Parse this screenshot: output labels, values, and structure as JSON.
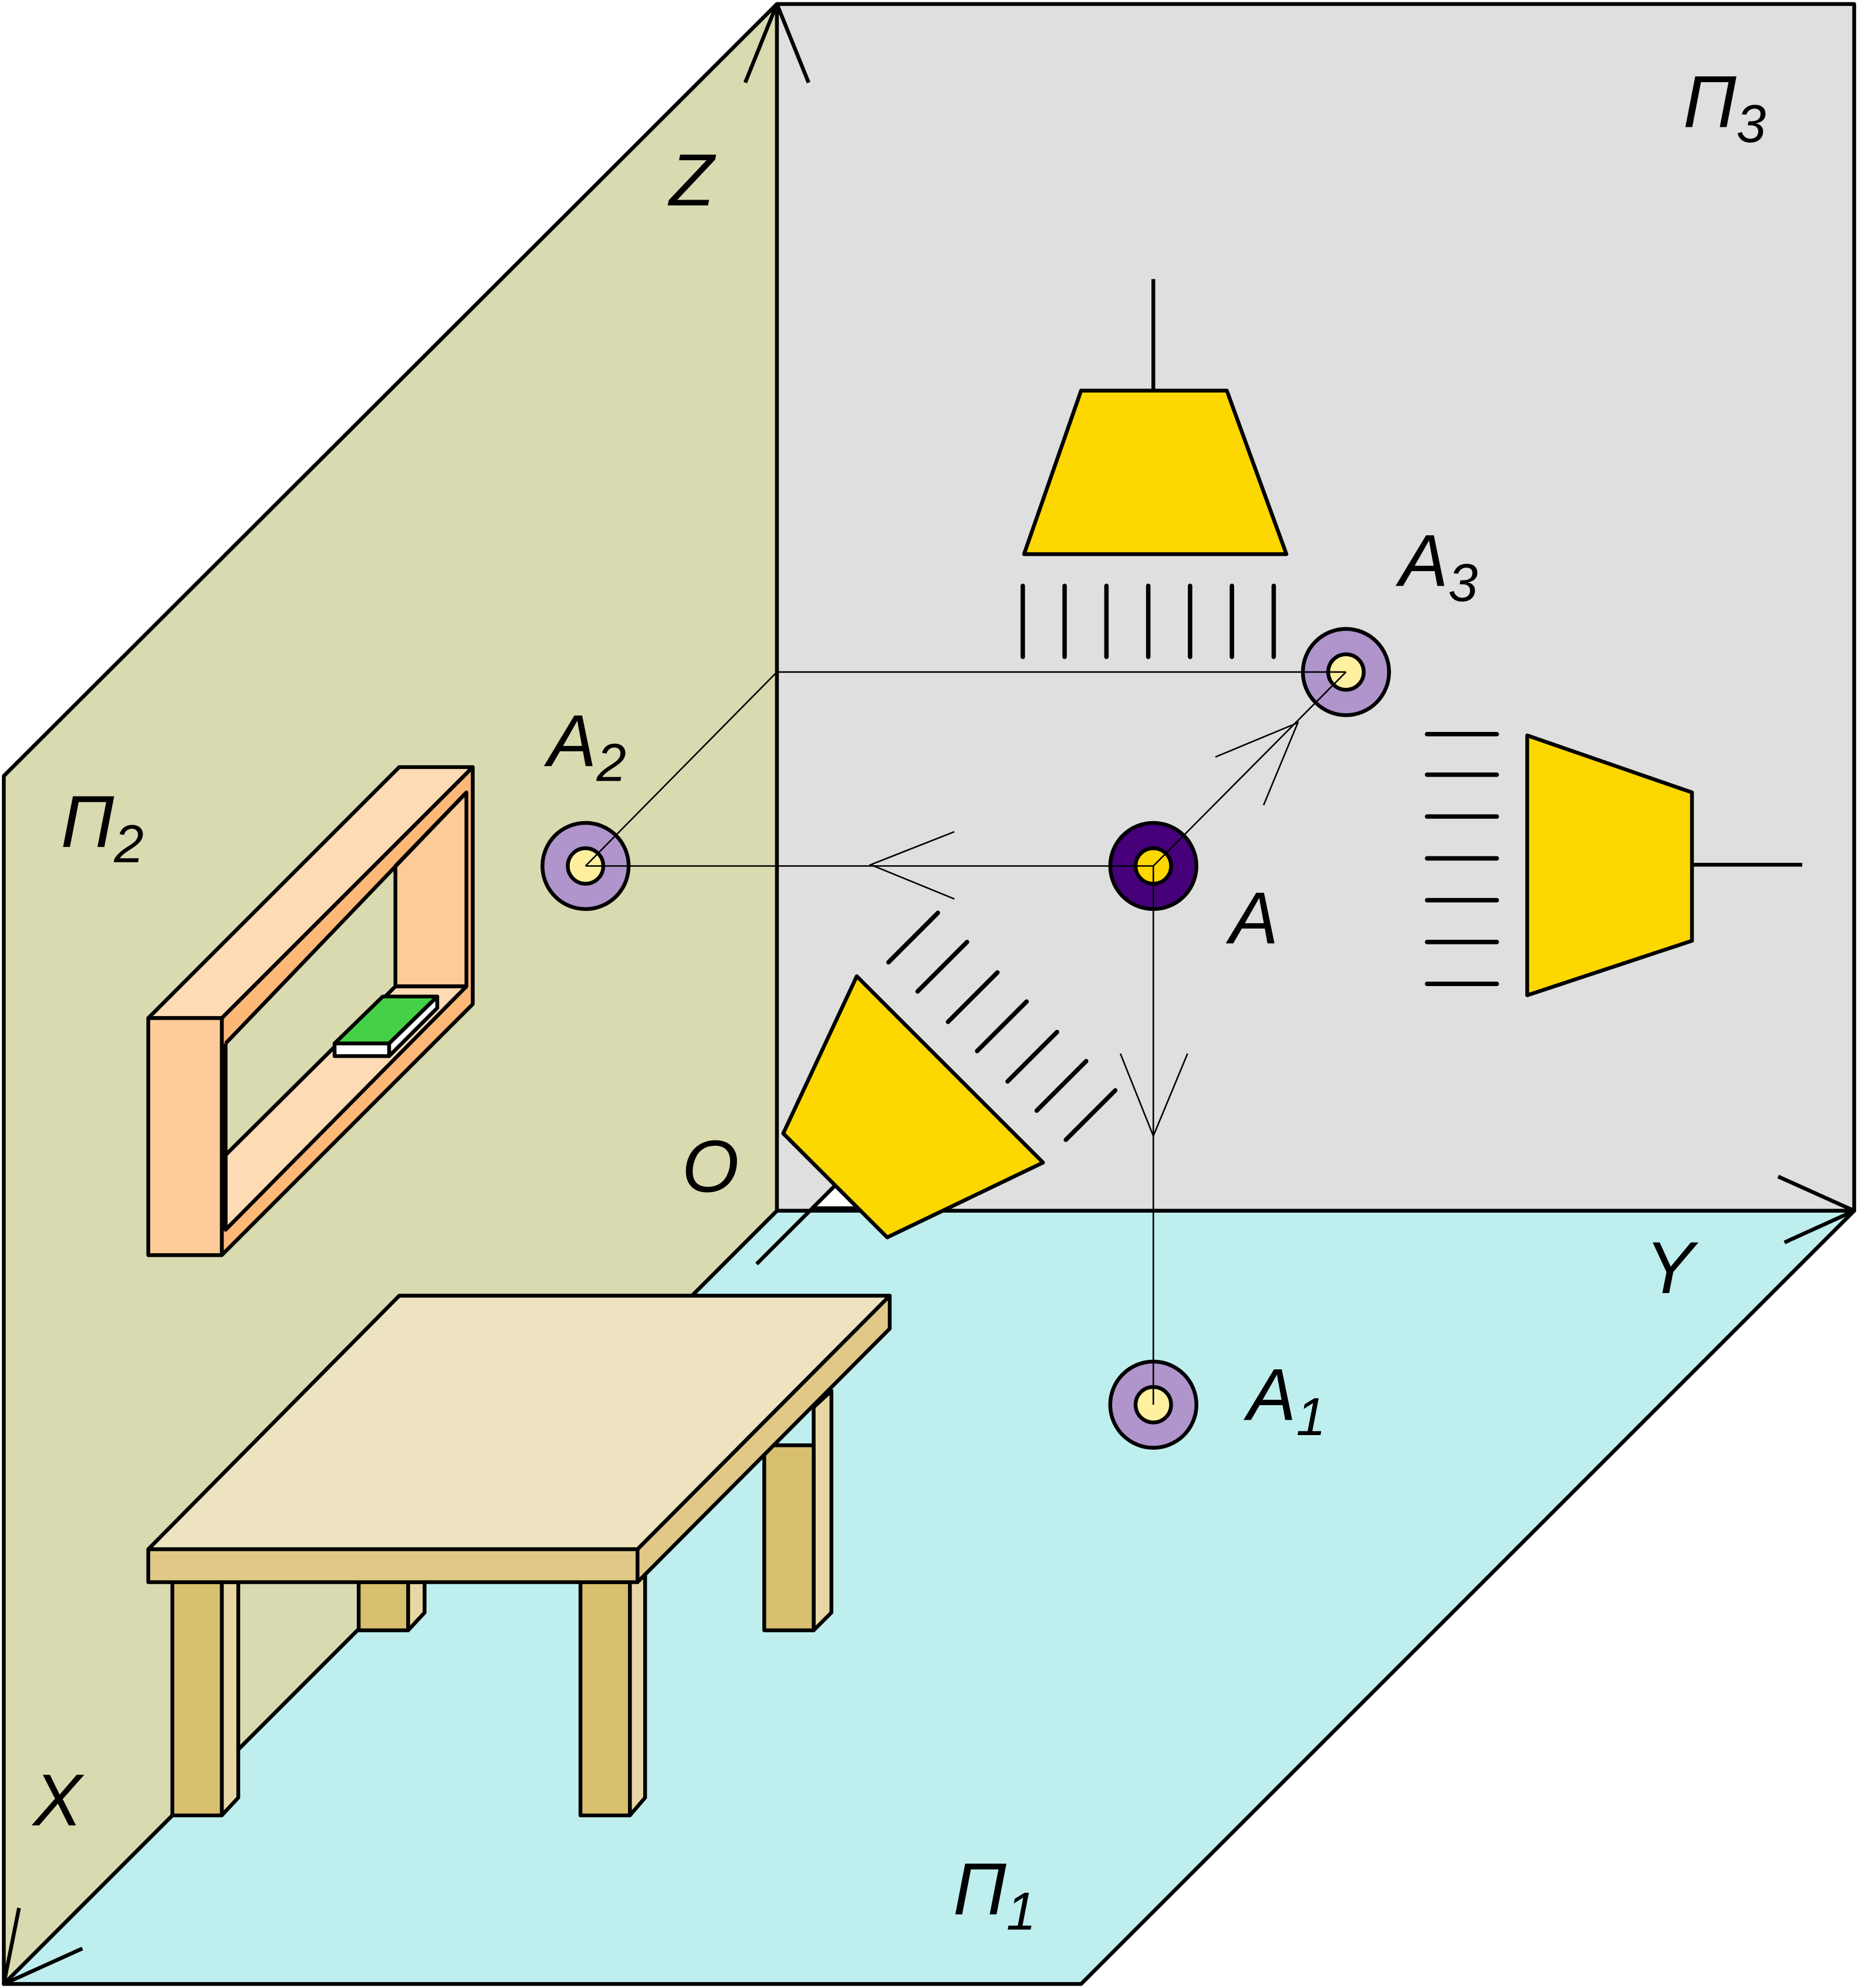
{
  "planes": {
    "horizontal": {
      "label": "П",
      "sub": "1",
      "color": "#bfeeee"
    },
    "frontal": {
      "label": "П",
      "sub": "2",
      "color": "#d9dab0"
    },
    "profile": {
      "label": "П",
      "sub": "3",
      "color": "#dfdfdf"
    }
  },
  "axes": {
    "x": "X",
    "y": "Y",
    "z": "Z",
    "origin": "O"
  },
  "points": {
    "A": {
      "label": "A",
      "sub": "",
      "ring": "#46007a",
      "core": "#ffd700"
    },
    "A1": {
      "label": "A",
      "sub": "1",
      "ring": "#b094cc",
      "core": "#fff0a0"
    },
    "A2": {
      "label": "A",
      "sub": "2",
      "ring": "#b094cc",
      "core": "#fff0a0"
    },
    "A3": {
      "label": "A",
      "sub": "3",
      "ring": "#b094cc",
      "core": "#fff0a0"
    }
  },
  "colors": {
    "lamp": "#fdd700",
    "table_top": "#ede3c0",
    "table_edge": "#e0c987",
    "table_leg": "#d9c06e",
    "table_leg_side": "#e8d7a5",
    "shelf_light": "#fddbb5",
    "shelf_mid": "#fdcb98",
    "shelf_dark": "#fdb878",
    "book": "#45d147"
  }
}
